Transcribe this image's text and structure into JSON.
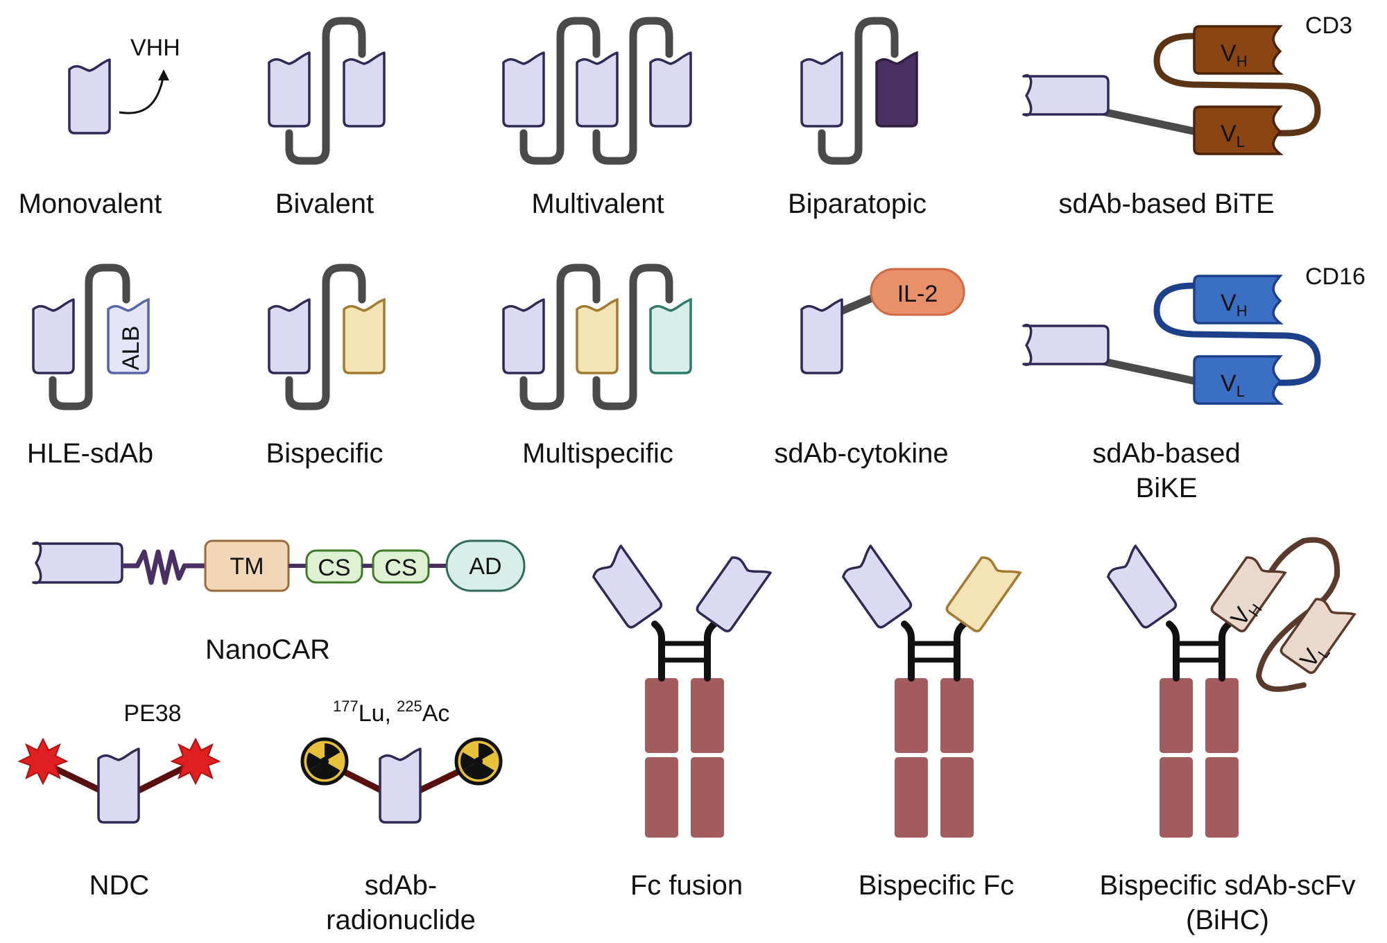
{
  "labels": {
    "monovalent": "Monovalent",
    "bivalent": "Bivalent",
    "multivalent": "Multivalent",
    "biparatopic": "Biparatopic",
    "bite": "sdAb-based BiTE",
    "hle": "HLE-sdAb",
    "bispecific": "Bispecific",
    "multispecific": "Multispecific",
    "cytokine": "sdAb-cytokine",
    "bike_line1": "sdAb-based",
    "bike_line2": "BiKE",
    "nanocar": "NanoCAR",
    "ndc": "NDC",
    "radio_line1": "sdAb-",
    "radio_line2": "radionuclide",
    "fc_fusion": "Fc fusion",
    "bispecific_fc": "Bispecific Fc",
    "bihc_line1": "Bispecific sdAb-scFv",
    "bihc_line2": "(BiHC)"
  },
  "annotations": {
    "vhh": "VHH",
    "cd3": "CD3",
    "cd16": "CD16",
    "alb": "ALB",
    "il2": "IL-2",
    "pe38": "PE38",
    "lu_mass": "177",
    "lu_symbol": "Lu,",
    "ac_mass": "225",
    "ac_symbol": "Ac"
  },
  "domains": {
    "v": "V",
    "h_sub": "H",
    "l_sub": "L",
    "tm": "TM",
    "cs": "CS",
    "ad": "AD"
  },
  "colors": {
    "vhh_fill": "#dcdaf2",
    "vhh_stroke": "#2f2a55",
    "dark_purple": "#4a2f62",
    "bite_brown": "#8b4513",
    "bite_link": "#5a3414",
    "bike_blue": "#3a6fc4",
    "bike_link": "#1e3f8a",
    "alb_fill": "#e4e6f8",
    "alb_stroke": "#5566aa",
    "yellow_fill": "#f4e3b5",
    "yellow_stroke": "#a37a30",
    "teal_fill": "#d8efe9",
    "teal_stroke": "#2f7a6a",
    "il2_fill": "#e8906a",
    "tm_fill": "#f2d6b8",
    "cs_fill": "#dff1d3",
    "ad_fill": "#d8efe9",
    "fc_red": "#a35c5e",
    "scfv_fill": "#e9d8cb",
    "toxin_red": "#e02020",
    "radio_yellow": "#e8c13a"
  }
}
